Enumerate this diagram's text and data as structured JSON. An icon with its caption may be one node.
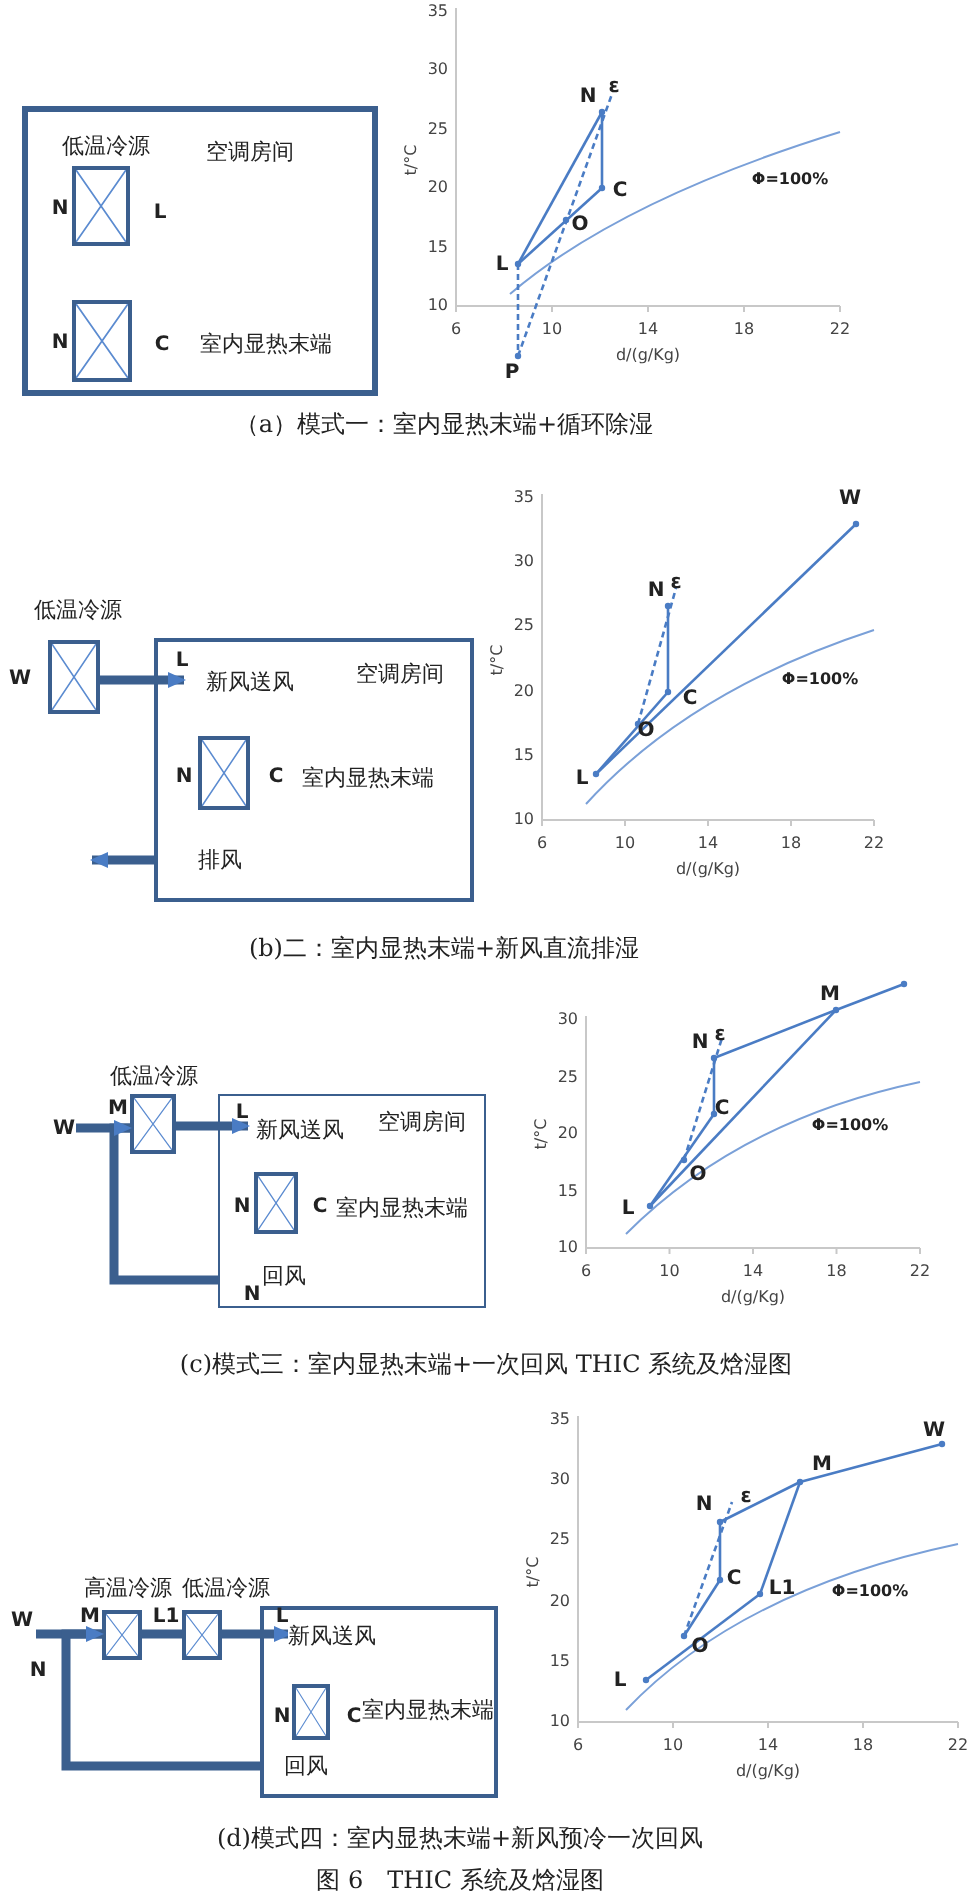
{
  "diagram": {
    "caption": "图 6　THIC 系统及焓湿图",
    "nodes": [
      {
        "text": [
          "空调房间"
        ]
      },
      {
        "text": [],
        "shape": "box",
        "in": 0,
        "beside": [
          "低温冷源",
          "N",
          "L"
        ]
      },
      {
        "text": [],
        "shape": "box",
        "in": 0,
        "beside": [
          "N",
          "C",
          "室内显热末端"
        ]
      },
      {
        "text": [],
        "shape": "box",
        "beside": [
          "低温冷源",
          "W"
        ]
      },
      {
        "text": [
          "空调房间"
        ]
      },
      {
        "text": [],
        "shape": "box",
        "in": 4,
        "beside": [
          "N",
          "C",
          "室内显热末端"
        ]
      },
      {
        "text": [
          "W"
        ]
      },
      {
        "text": [],
        "shape": "box",
        "beside": [
          "低温冷源",
          "M"
        ]
      },
      {
        "text": [
          "空调房间"
        ]
      },
      {
        "text": [],
        "shape": "box",
        "in": 8,
        "beside": [
          "N",
          "C",
          "室内显热末端"
        ]
      },
      {
        "text": [
          "W"
        ]
      },
      {
        "text": [],
        "shape": "box",
        "beside": [
          "高温冷源",
          "M"
        ]
      },
      {
        "text": [],
        "shape": "box",
        "beside": [
          "低温冷源",
          "L1"
        ]
      },
      {
        "text": [],
        "shape": "box"
      },
      {
        "text": [],
        "shape": "box",
        "in": 13,
        "beside": [
          "N",
          "C",
          "室内显热末端"
        ]
      }
    ],
    "edges": [
      {
        "from": 3,
        "to": 4,
        "arrow": "to",
        "label": "新风送风"
      },
      {
        "from": 4,
        "to": null,
        "arrow": "to",
        "label": "排风"
      },
      {
        "from": 6,
        "to": 7,
        "arrow": "none"
      },
      {
        "from": 7,
        "to": 8,
        "arrow": "to",
        "label": "新风送风"
      },
      {
        "from": 8,
        "to": 7,
        "arrow": "to",
        "label": "回风"
      },
      {
        "from": 10,
        "to": 11,
        "arrow": "none"
      },
      {
        "from": 11,
        "to": 12,
        "arrow": "none"
      },
      {
        "from": 12,
        "to": 13,
        "arrow": "to",
        "label": "新风送风"
      },
      {
        "from": 13,
        "to": 11,
        "arrow": "to",
        "label": "回风"
      }
    ],
    "labels": [
      "35",
      "30",
      "25",
      "20",
      "15",
      "10",
      "t/°C",
      "6",
      "10",
      "14",
      "18",
      "22",
      "d/(g/Kg)",
      "Φ=100%",
      "N",
      "ε",
      "C",
      "O",
      "L",
      "P",
      "（a）模式一：室内显热末端+循环除湿",
      "L",
      "35",
      "30",
      "25",
      "20",
      "15",
      "10",
      "t/°C",
      "6",
      "10",
      "14",
      "18",
      "22",
      "d/(g/Kg)",
      "Φ=100%",
      "W",
      "N",
      "ε",
      "C",
      "O",
      "L",
      "(b)二：室内显热末端+新风直流排湿",
      "L",
      "N",
      "30",
      "25",
      "20",
      "15",
      "10",
      "t/°C",
      "6",
      "10",
      "14",
      "18",
      "22",
      "d/(g/Kg)",
      "Φ=100%",
      "M",
      "N",
      "ε",
      "C",
      "O",
      "L",
      "(c)模式三：室内显热末端+一次回风 THIC 系统及焓湿图",
      "L",
      "N",
      "35",
      "30",
      "25",
      "20",
      "15",
      "10",
      "t/°C",
      "6",
      "10",
      "14",
      "18",
      "22",
      "d/(g/Kg)",
      "Φ=100%",
      "W",
      "M",
      "N",
      "ε",
      "C",
      "L1",
      "O",
      "L",
      "(d)模式四：室内显热末端+新风预冷一次回风"
    ]
  }
}
